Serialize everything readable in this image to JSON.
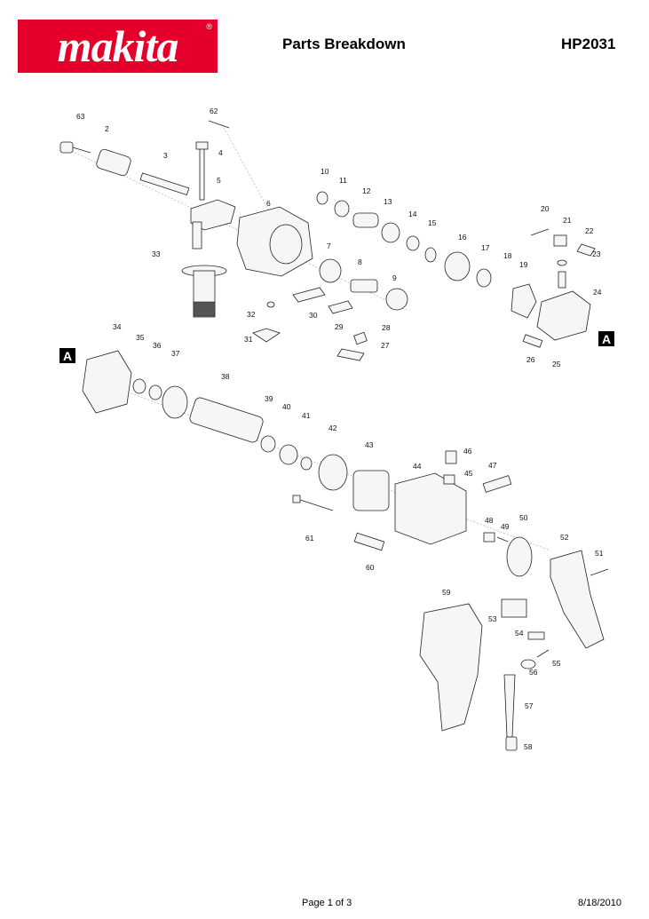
{
  "header": {
    "brand": "makita",
    "title": "Parts Breakdown",
    "model": "HP2031"
  },
  "diagram": {
    "section_marker": "A",
    "part_numbers": [
      "63",
      "2",
      "3",
      "4",
      "5",
      "62",
      "6",
      "10",
      "11",
      "12",
      "13",
      "14",
      "15",
      "16",
      "17",
      "18",
      "19",
      "20",
      "21",
      "22",
      "23",
      "24",
      "7",
      "8",
      "9",
      "33",
      "32",
      "30",
      "29",
      "31",
      "28",
      "27",
      "26",
      "25",
      "34",
      "35",
      "36",
      "37",
      "38",
      "39",
      "40",
      "41",
      "42",
      "43",
      "44",
      "45",
      "46",
      "47",
      "48",
      "49",
      "50",
      "51",
      "52",
      "53",
      "54",
      "55",
      "56",
      "57",
      "58",
      "59",
      "60",
      "61"
    ]
  },
  "footer": {
    "page": "Page 1 of 3",
    "date": "8/18/2010"
  },
  "colors": {
    "brand_red": "#e4002b"
  }
}
